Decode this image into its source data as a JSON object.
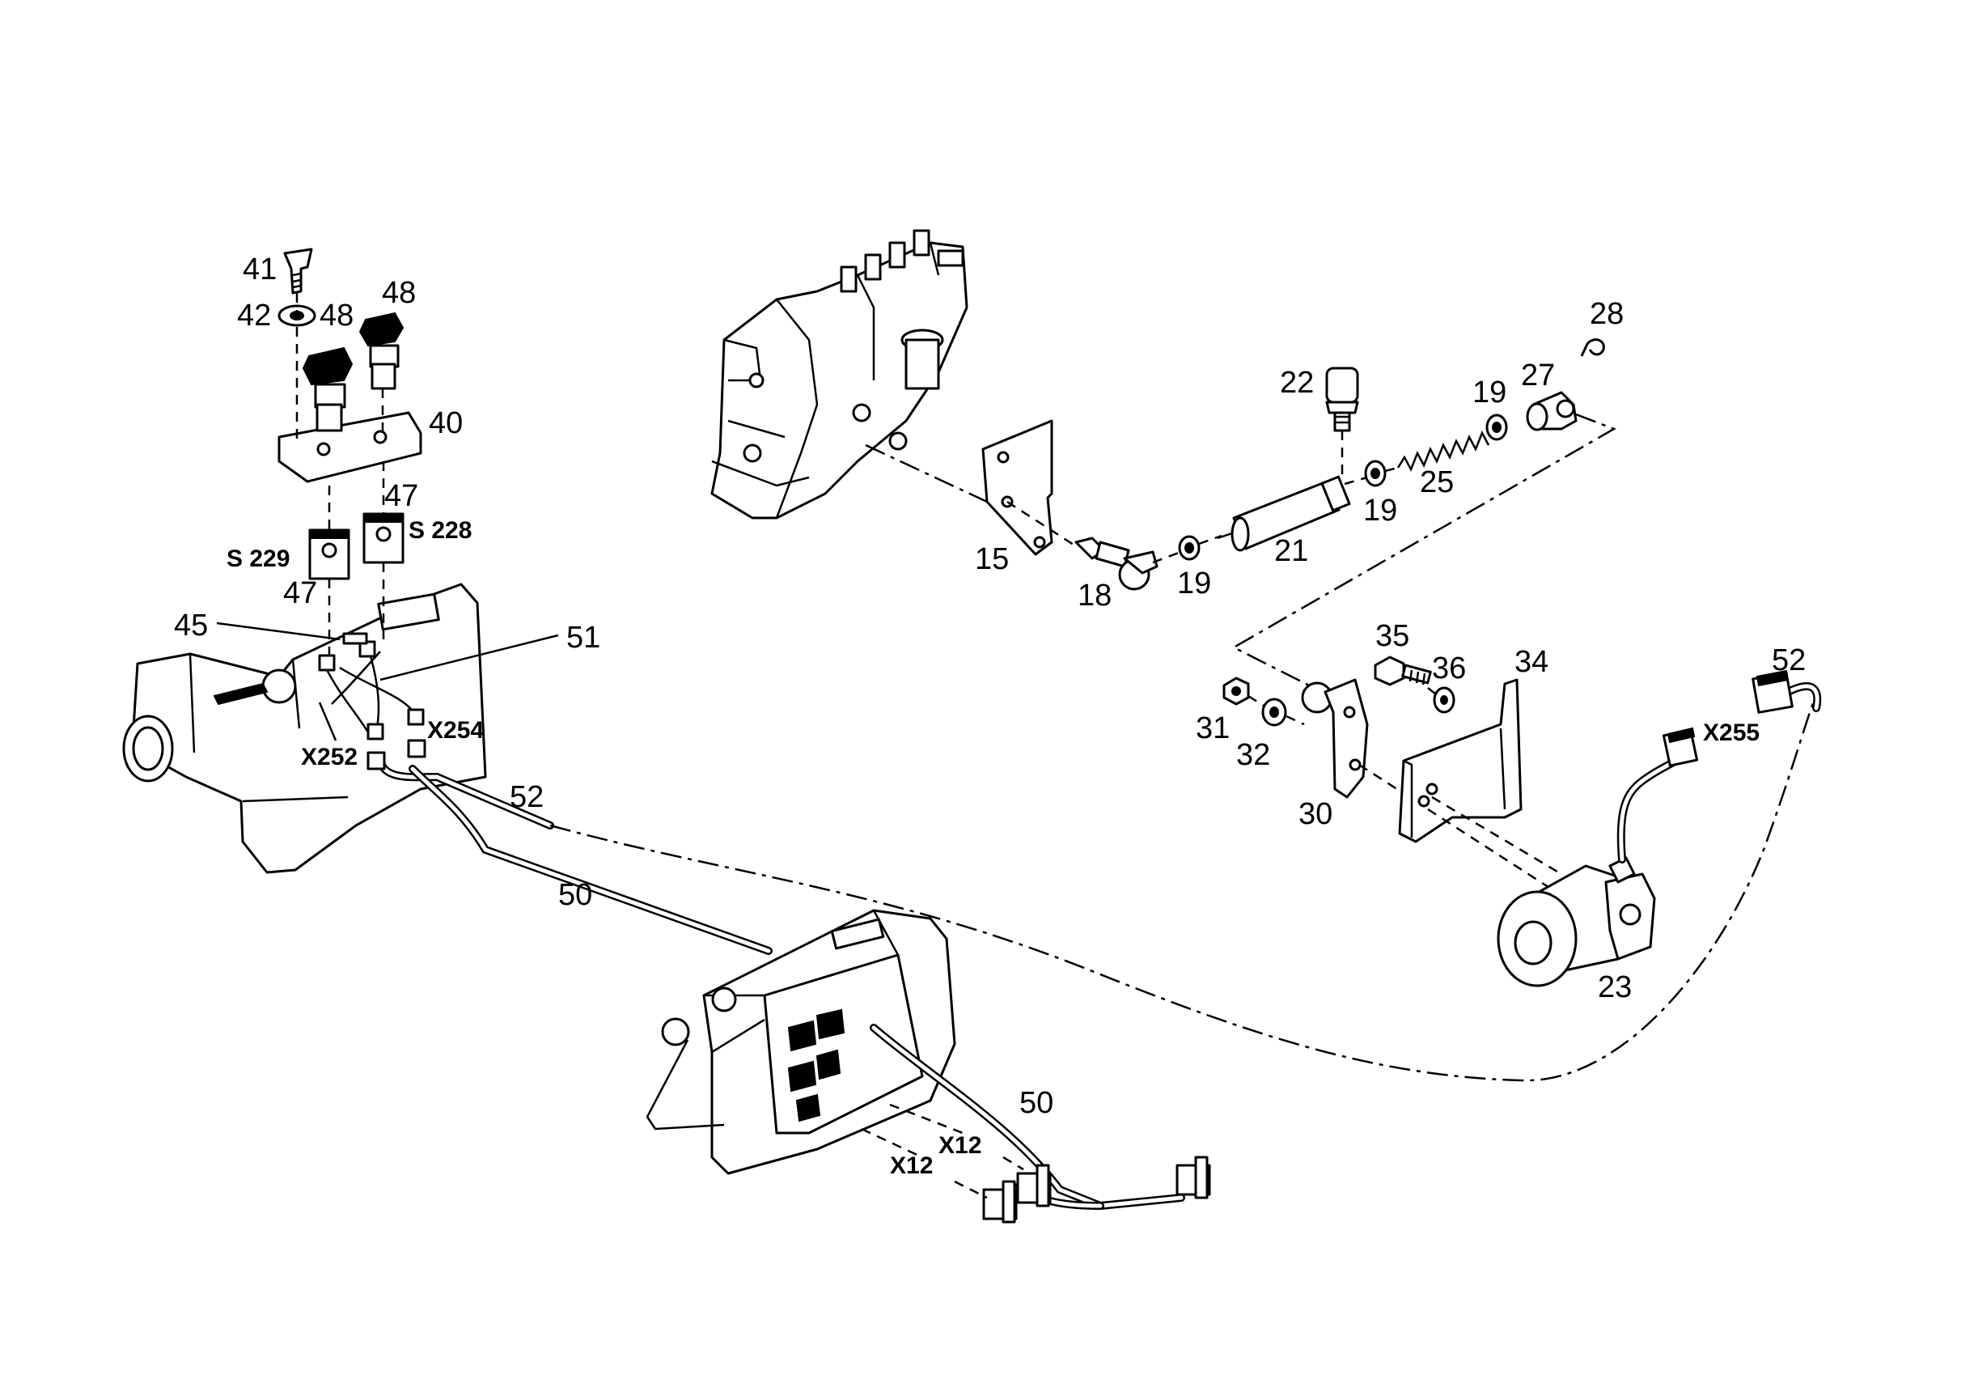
{
  "labels": {
    "p41": "41",
    "p42": "42",
    "p48a": "48",
    "p48b": "48",
    "p40": "40",
    "p47a": "47",
    "p47b": "47",
    "s228": "S 228",
    "s229": "S 229",
    "p45": "45",
    "p51": "51",
    "x254": "X254",
    "x252": "X252",
    "p52a": "52",
    "p50a": "50",
    "p50b": "50",
    "x12a": "X12",
    "x12b": "X12",
    "p15": "15",
    "p18": "18",
    "p19a": "19",
    "p21": "21",
    "p22": "22",
    "p19b": "19",
    "p25": "25",
    "p19c": "19",
    "p27": "27",
    "p28": "28",
    "p35": "35",
    "p36": "36",
    "p34": "34",
    "p31": "31",
    "p32": "32",
    "p30": "30",
    "p52b": "52",
    "x255": "X255",
    "p23": "23"
  }
}
